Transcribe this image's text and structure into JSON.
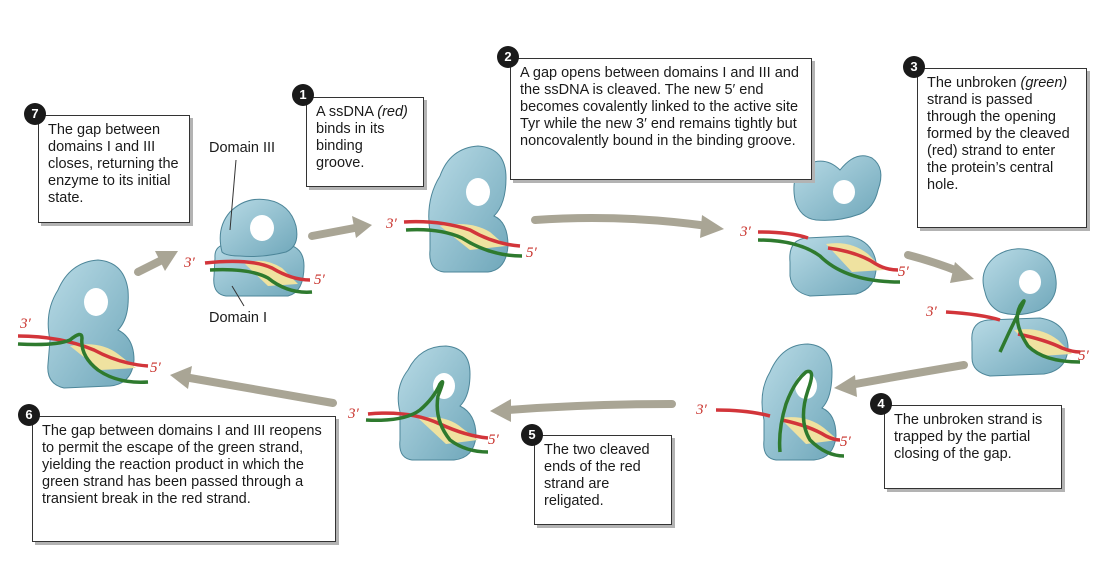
{
  "colors": {
    "protein": "#8cbfd0",
    "protein_dark": "#6fa7ba",
    "red_strand": "#d2353a",
    "green_strand": "#2e7a2e",
    "groove": "#efe2a0",
    "arrow": "#a9a595"
  },
  "strand_labels": {
    "three": "3′",
    "five": "5′"
  },
  "domain_labels": {
    "domain3": "Domain III",
    "domain1": "Domain I"
  },
  "steps": [
    {
      "n": "1",
      "pre": "A ssDNA",
      "em": "(red)",
      "post": "binds in its binding groove."
    },
    {
      "n": "2",
      "pre": "A gap opens between domains I and III and the ssDNA is cleaved. The new 5′ end becomes covalently linked to the active site Tyr while the new 3′ end remains tightly but noncovalently bound in the binding groove.",
      "em": "",
      "post": ""
    },
    {
      "n": "3",
      "pre": "The unbroken",
      "em": "(green)",
      "post": "strand is passed through the opening formed by the cleaved (red) strand to enter the protein’s central hole."
    },
    {
      "n": "4",
      "pre": "The unbroken strand is trapped by the partial closing of the gap.",
      "em": "",
      "post": ""
    },
    {
      "n": "5",
      "pre": "The two cleaved ends of the red strand are religated.",
      "em": "",
      "post": ""
    },
    {
      "n": "6",
      "pre": "The gap between domains I and III reopens to permit the escape of the green strand, yielding the reaction product in which the green strand has been passed through a transient break in the red strand.",
      "em": "",
      "post": ""
    },
    {
      "n": "7",
      "pre": "The gap between domains I and III closes, returning the enzyme to its initial state.",
      "em": "",
      "post": ""
    }
  ]
}
